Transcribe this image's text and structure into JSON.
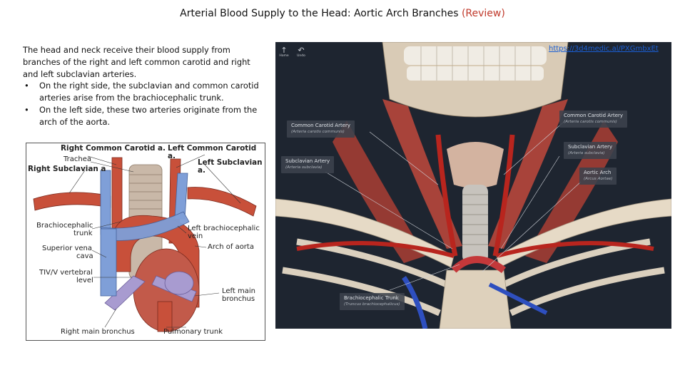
{
  "slide": {
    "title_main": "Arterial Blood Supply to the Head: Aortic Arch Branches ",
    "title_tag": "(Review)",
    "link": "https://3d4medic.al/PXGmbxEt"
  },
  "body": {
    "intro": "The head and neck receive their blood supply from branches of the right and left common carotid and right and left subclavian arteries.",
    "bullets": [
      "On the right side, the subclavian and common carotid arteries arise from the brachiocephalic trunk.",
      "On the left side, these two arteries originate from the arch of the aorta."
    ]
  },
  "diagram": {
    "labels": {
      "right_common_carotid": "Right Common Carotid a.",
      "left_common_carotid": "Left Common Carotid a.",
      "trachea": "Trachea",
      "right_subclavian": "Right Subclavian a",
      "left_subclavian": "Left Subclavian a.",
      "brachiocephalic_trunk_1": "Brachiocephalic",
      "brachiocephalic_trunk_2": "trunk",
      "left_brachiocephalic_vein_1": "Left brachiocephalic",
      "left_brachiocephalic_vein_2": "vein",
      "superior_vena_cava_1": "Superior vena",
      "superior_vena_cava_2": "cava",
      "arch_of_aorta": "Arch of aorta",
      "vertebral_level_1": "TIV/V vertebral",
      "vertebral_level_2": "level",
      "left_main_bronchus_1": "Left main",
      "left_main_bronchus_2": "bronchus",
      "right_main_bronchus": "Right main bronchus",
      "pulmonary_trunk": "Pulmonary trunk"
    }
  },
  "anatomy_view": {
    "toolbar": {
      "home": "Home",
      "undo": "Undo"
    },
    "callouts": [
      {
        "name": "Common Carotid Artery",
        "latin": "(Arteria carotis communis)"
      },
      {
        "name": "Common Carotid Artery",
        "latin": "(Arteria carotis communis)"
      },
      {
        "name": "Subclavian Artery",
        "latin": "(Arteria subclavia)"
      },
      {
        "name": "Subclavian Artery",
        "latin": "(Arteria subclavia)"
      },
      {
        "name": "Aortic Arch",
        "latin": "(Arcus Aortae)"
      },
      {
        "name": "Brachiocephalic Trunk",
        "latin": "(Truncus brachiocephalicus)"
      }
    ]
  },
  "colors": {
    "artery": "#c8503a",
    "vein": "#7f9fd8",
    "trachea": "#c9b8a8",
    "heart": "#c25a4a",
    "bronchus": "#a89bd0",
    "anatomy_bg": "#1e2530",
    "muscle": "#a8433a",
    "bone": "#e6dac6",
    "link": "#1a5fd6",
    "review": "#c0392b"
  }
}
